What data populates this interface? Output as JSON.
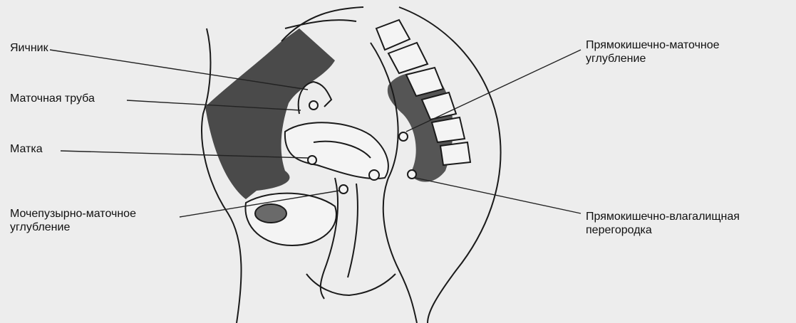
{
  "labels": {
    "ovary": "Яичник",
    "fallopian_tube": "Маточная труба",
    "uterus": "Матка",
    "vesicouterine_pouch": [
      "Мочепузырно-маточное",
      "углубление"
    ],
    "rectouterine_pouch": [
      "Прямокишечно-маточное",
      "углубление"
    ],
    "rectovaginal_septum": [
      "Прямокишечно-влагалищная",
      "перегородка"
    ]
  },
  "colors": {
    "background": "#ededed",
    "shading": "#4a4a4a",
    "outline": "#1a1a1a",
    "text": "#111111"
  }
}
